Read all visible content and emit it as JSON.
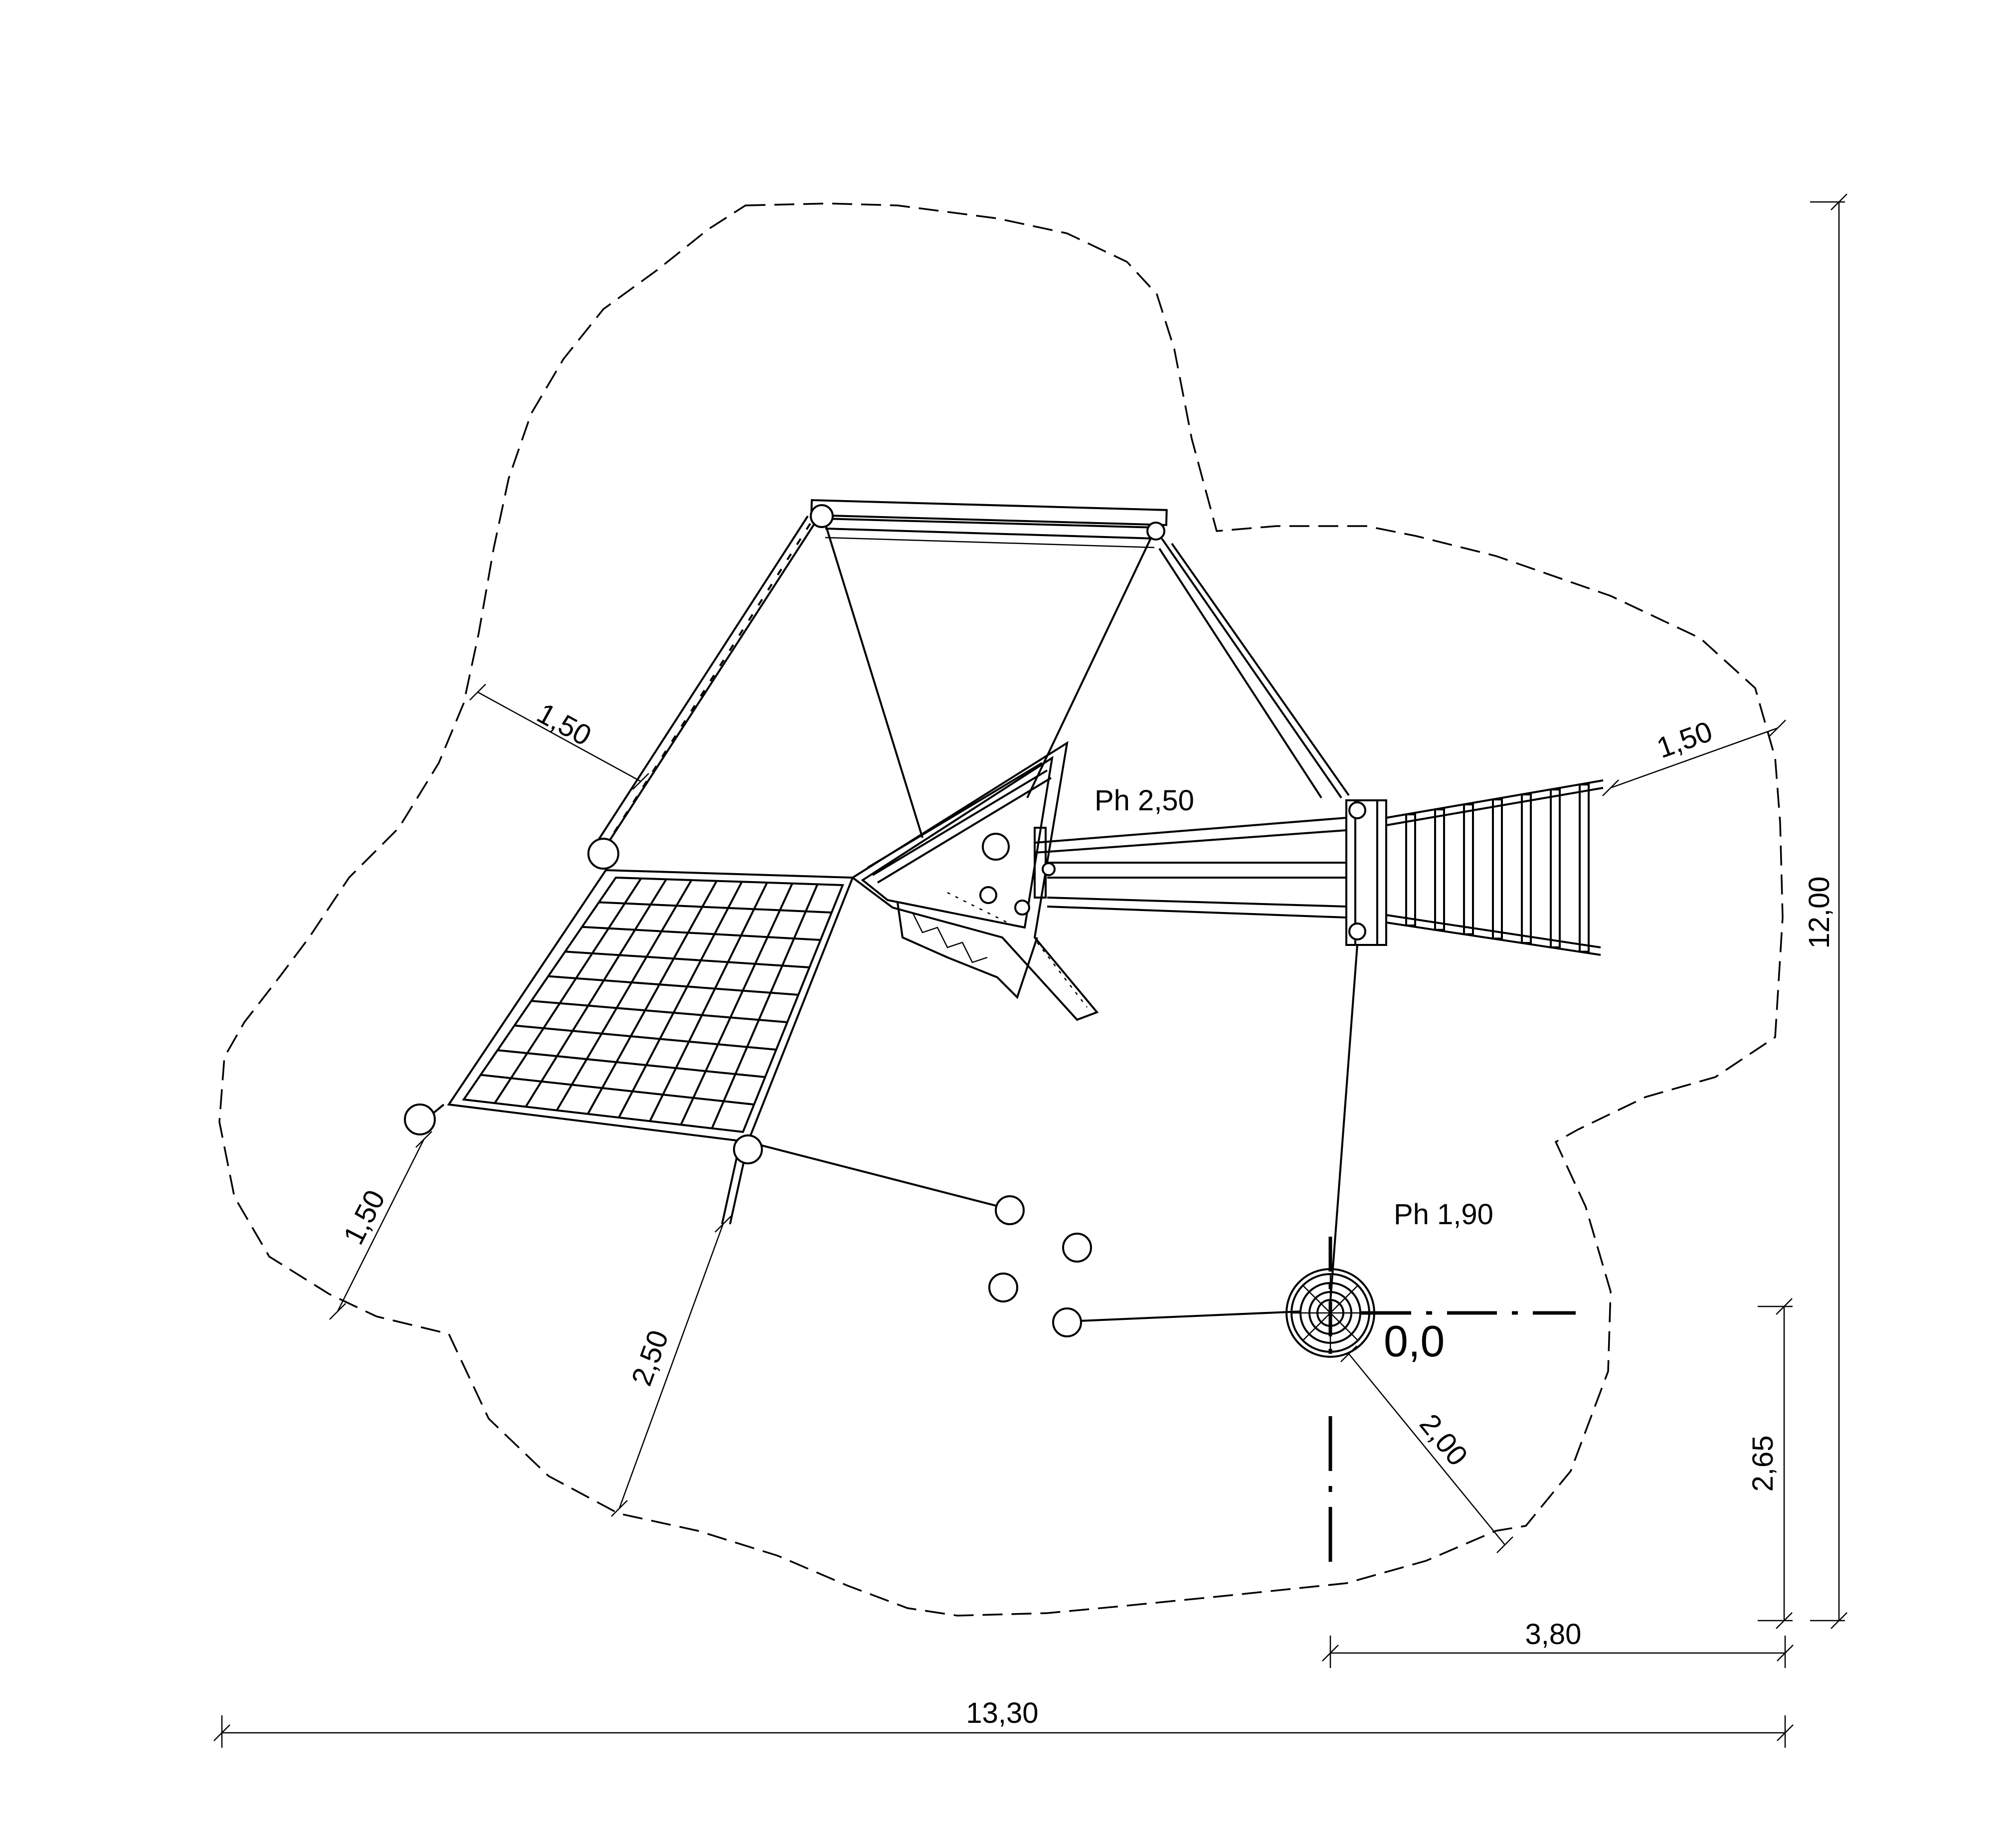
{
  "drawing": {
    "dimensions": {
      "overall_width": "13,30",
      "overall_height": "12,00",
      "origin_to_right": "3,80",
      "origin_to_bottom": "2,65",
      "safety_left_upper": "1,50",
      "safety_left_lower": "1,50",
      "safety_right": "1,50",
      "safety_bottom_left": "2,50",
      "safety_bottom_right": "2,00"
    },
    "platform_heights": {
      "upper": "Ph 2,50",
      "lower": "Ph 1,90"
    },
    "origin_label": "0,0",
    "colors": {
      "line": "#000000",
      "background": "#ffffff"
    }
  }
}
